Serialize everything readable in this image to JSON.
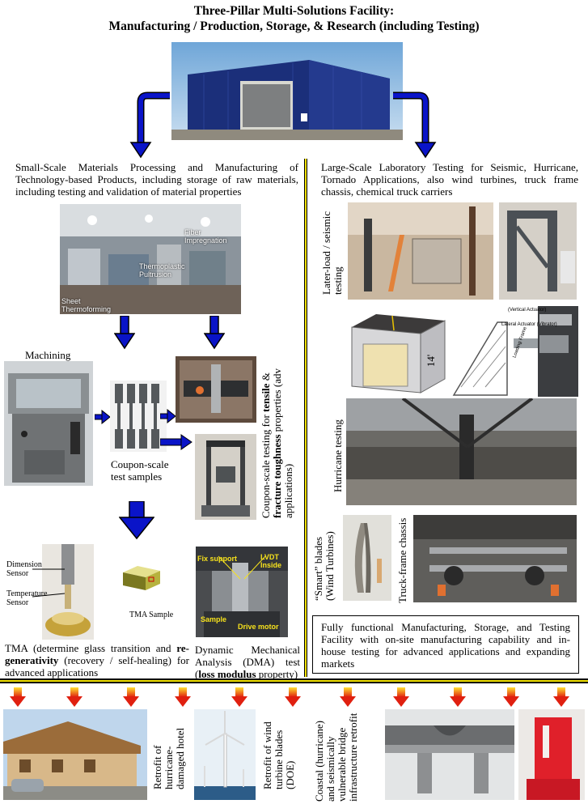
{
  "title": {
    "line1": "Three-Pillar Multi-Solutions Facility:",
    "line2": "Manufacturing / Production, Storage, & Research (including Testing)"
  },
  "left": {
    "intro": "Small-Scale Materials Processing and Manufacturing of Technology-based Products, including storage of raw materials, including testing and validation of material properties",
    "photo_labels": {
      "fiber": "Fiber Impregnation",
      "thermoplastic": "Thermoplastic Pultrusion",
      "sheet": "Sheet Thermoforming"
    },
    "machining": "Machining",
    "coupon_samples": "Coupon-scale test samples",
    "coupon_testing": {
      "pre": "Coupon-scale testing for ",
      "b1": "tensile",
      "mid1": " & ",
      "b2": "fracture toughness",
      "post": " properties (adv applications)"
    },
    "tma_labels": {
      "dimension": "Dimension Sensor",
      "temperature": "Temperature Sensor",
      "sample": "TMA Sample"
    },
    "tma_caption": {
      "pre": "TMA (determine glass transition and ",
      "bold": "re-generativity",
      "post": " (recovery / self-healing) for advanced applications"
    },
    "dma_labels": {
      "fix": "Fix support",
      "lvdt": "LVDT Inside",
      "sample": "Sample",
      "motor": "Drive motor"
    },
    "dma_caption": {
      "pre": "Dynamic Mechanical Analysis (DMA) test (",
      "bold": "loss modulus",
      "post": " property)"
    }
  },
  "right": {
    "intro": "Large-Scale Laboratory Testing for Seismic, Hurricane, Tornado Applications, also wind turbines, truck frame chassis, chemical truck carriers",
    "seismic": "Later-load / seismic testing",
    "hurricane": "Hurricane testing",
    "blades": "“Smart” blades (Wind Turbines)",
    "truck": "Truck-frame chassis",
    "dim_14": "14'",
    "actuator_labels": {
      "vertical": "(Vertical Actuator)",
      "lateral": "Lateral Actuator (Vibrator)",
      "frame": "Loading Frame"
    },
    "summary": "Fully functional Manufacturing, Storage, and Testing Facility with on-site manufacturing capability and in-house testing for advanced applications and expanding markets"
  },
  "bottom": {
    "retrofit_hotel": "Retrofit of hurricane-damaged hotel",
    "retrofit_wind": "Retrofit of wind turbine blades (DOE)",
    "retrofit_bridge": "Coastal (hurricane) and seismically vulnerable bridge infrastructure retrofit"
  },
  "colors": {
    "arrow_blue": "#0a14c8",
    "divider_yellow": "#f0e000",
    "arrow_red": "#e02010",
    "arrow_yellow": "#ffe030"
  },
  "icons": {
    "blue_arrow": "arrow-right-icon",
    "down_arrow": "arrow-down-icon",
    "gradient_arrow": "gradient-down-arrow-icon"
  }
}
